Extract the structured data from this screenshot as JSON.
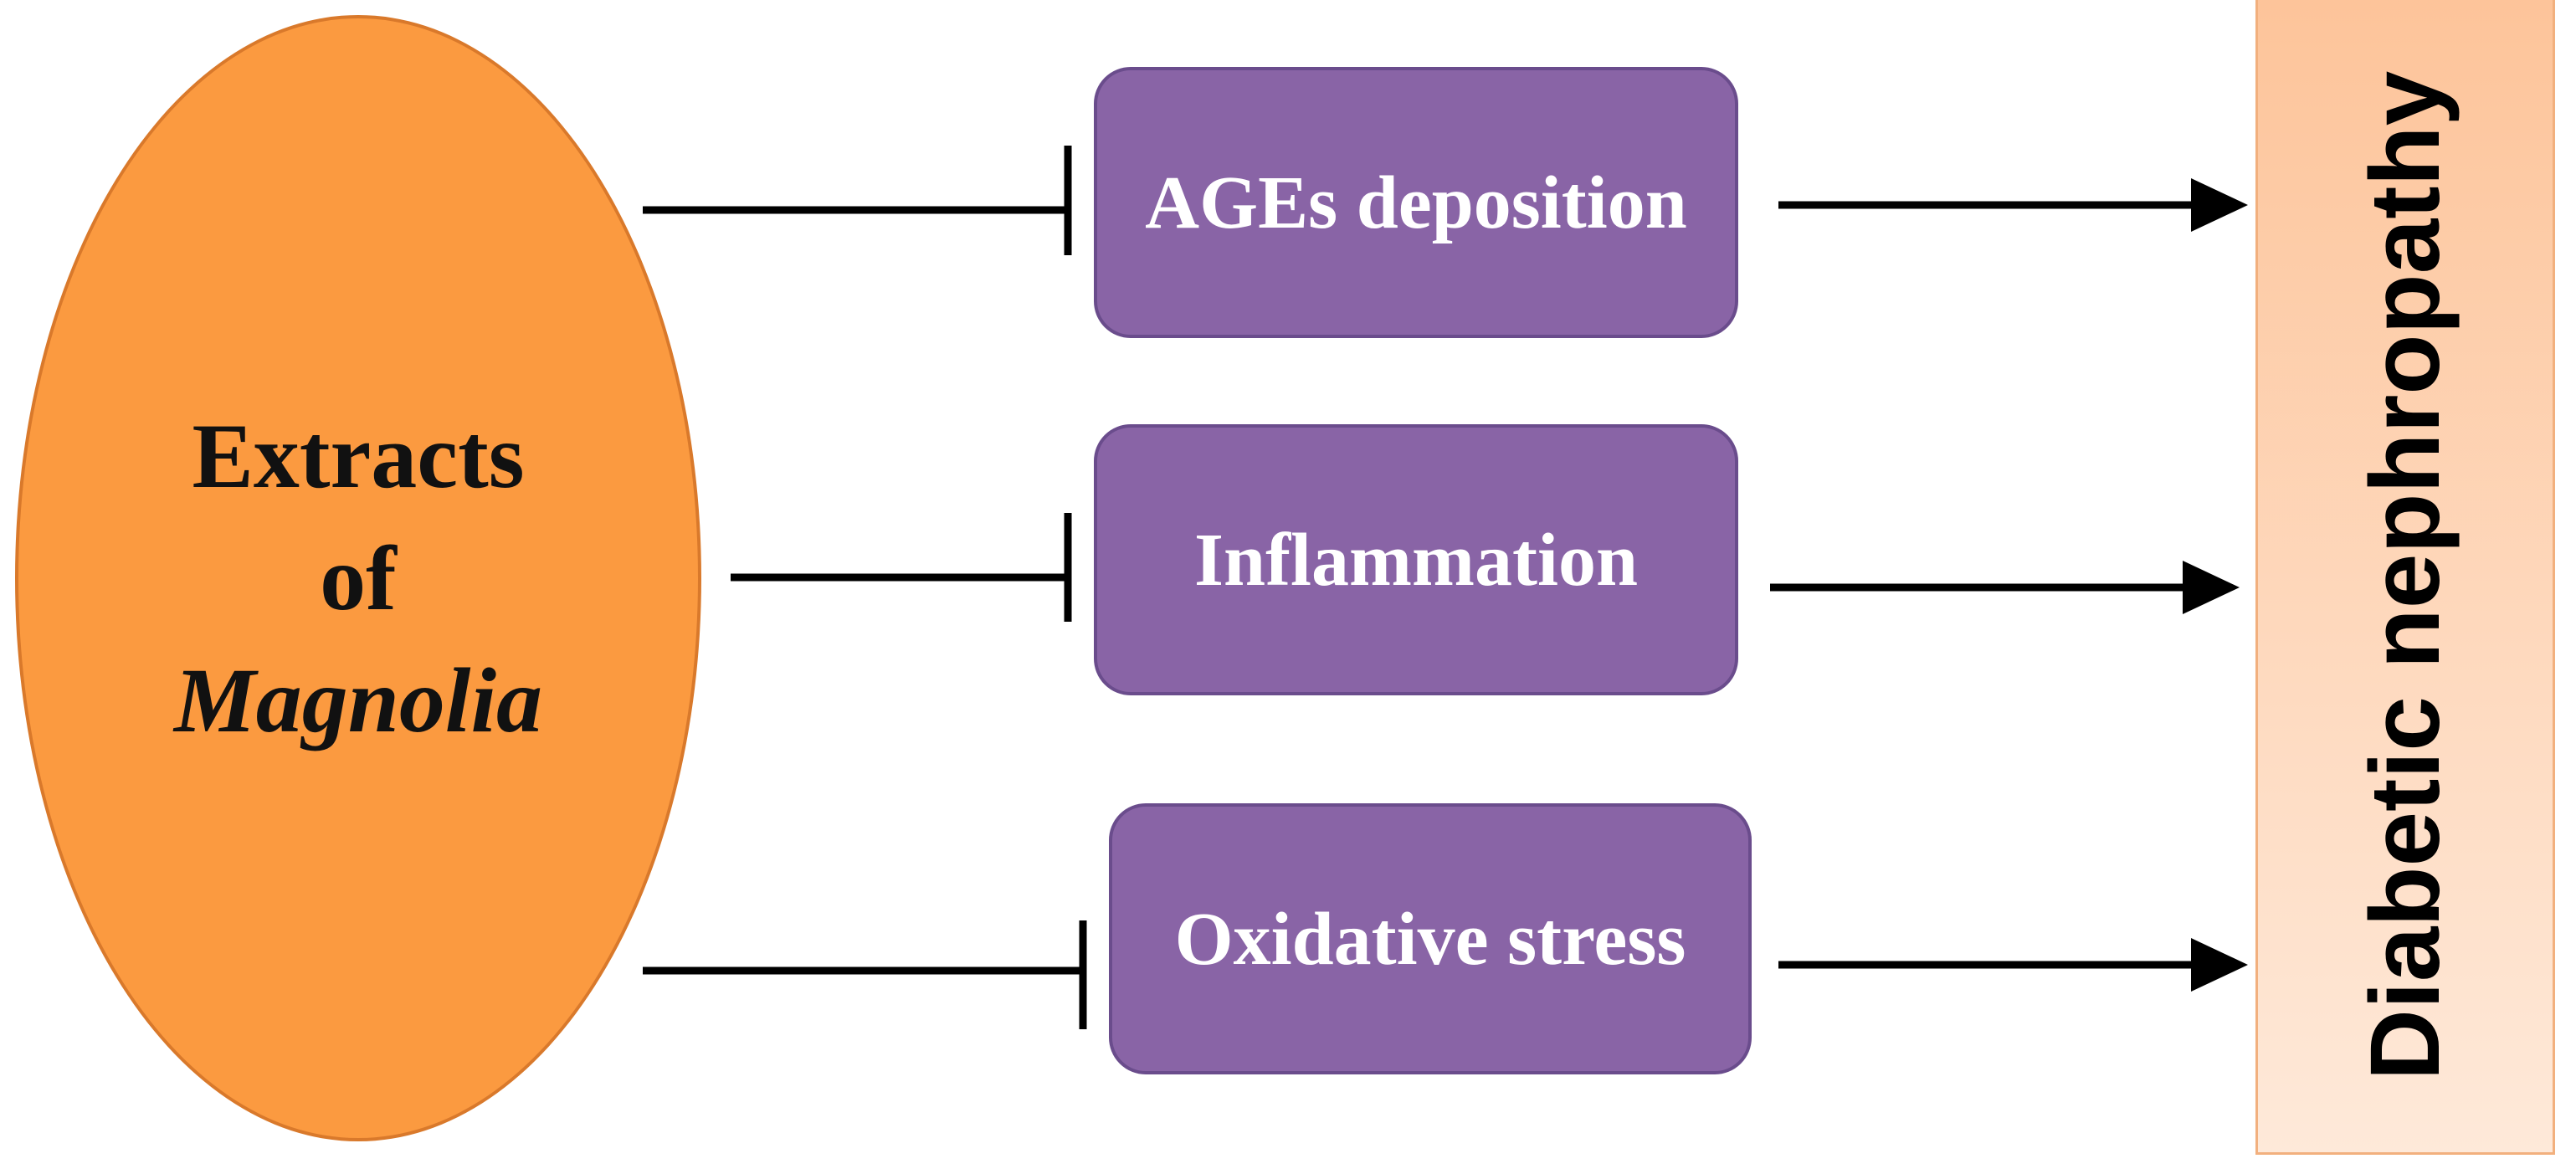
{
  "colors": {
    "source_fill": "#fb9a40",
    "mechanism_fill": "#8964a6",
    "outcome_fill": "#fdc49a",
    "line": "#000000"
  },
  "source": {
    "line1": "Extracts",
    "line2": "of",
    "line3": "Magnolia"
  },
  "mechanisms": [
    {
      "label": "AGEs deposition"
    },
    {
      "label": "Inflammation"
    },
    {
      "label": "Oxidative stress"
    }
  ],
  "relations": {
    "source_to_mechanism": "inhibits",
    "mechanism_to_outcome": "promotes"
  },
  "outcome": {
    "label": "Diabetic nephropathy"
  }
}
